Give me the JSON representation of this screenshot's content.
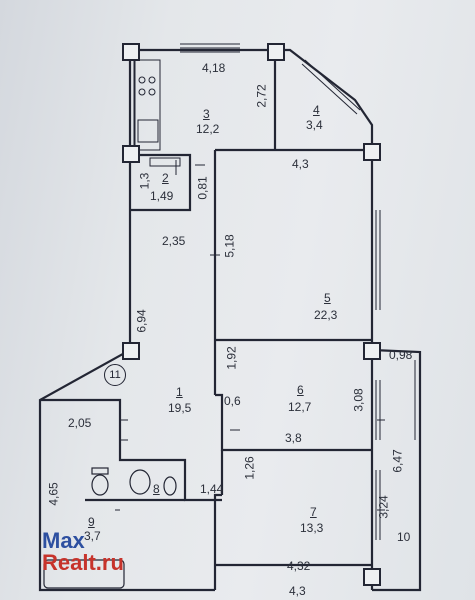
{
  "plan": {
    "grid_axis": "11",
    "rooms": [
      {
        "id": "room-1",
        "number": "1",
        "area": "19,5"
      },
      {
        "id": "room-2",
        "number": "2",
        "area": "1,49"
      },
      {
        "id": "room-3",
        "number": "3",
        "area": "12,2"
      },
      {
        "id": "room-4",
        "number": "4",
        "area": "3,4"
      },
      {
        "id": "room-5",
        "number": "5",
        "area": "22,3"
      },
      {
        "id": "room-6",
        "number": "6",
        "area": "12,7"
      },
      {
        "id": "room-7",
        "number": "7",
        "area": "13,3"
      },
      {
        "id": "room-8",
        "number": "8",
        "area": ""
      },
      {
        "id": "room-9",
        "number": "9",
        "area": "3,7"
      },
      {
        "id": "room-10",
        "number": "10",
        "area": ""
      }
    ],
    "dimensions": {
      "d418": "4,18",
      "d272": "2,72",
      "d43top": "4,3",
      "d13": "1,3",
      "d081": "0,81",
      "d235": "2,35",
      "d518": "5,18",
      "d694": "6,94",
      "d192": "1,92",
      "d098": "0,98",
      "d06": "0,6",
      "d308": "3,08",
      "d38": "3,8",
      "d205": "2,05",
      "d647": "6,47",
      "d126": "1,26",
      "d144": "1,44",
      "d465": "4,65",
      "d324": "3,24",
      "d432": "4,32",
      "d43bottom": "4,3"
    }
  },
  "watermark": {
    "line1": "Max",
    "line2": "Realt.ru"
  }
}
